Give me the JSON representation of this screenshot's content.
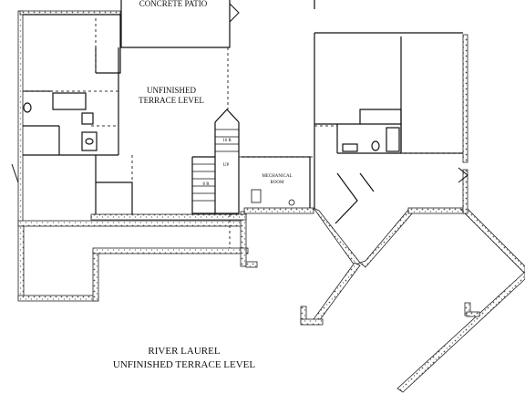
{
  "labels": {
    "patio": "CONCRETE PATIO",
    "terrace_line1": "UNFINISHED",
    "terrace_line2": "TERRACE LEVEL",
    "mechanical_line1": "MECHANICAL",
    "mechanical_line2": "ROOM",
    "stair_up": "UP"
  },
  "stair_counts": {
    "upper": "16 R",
    "lower": "8 R"
  },
  "caption": {
    "line1": "RIVER LAUREL",
    "line2": "UNFINISHED TERRACE LEVEL"
  }
}
